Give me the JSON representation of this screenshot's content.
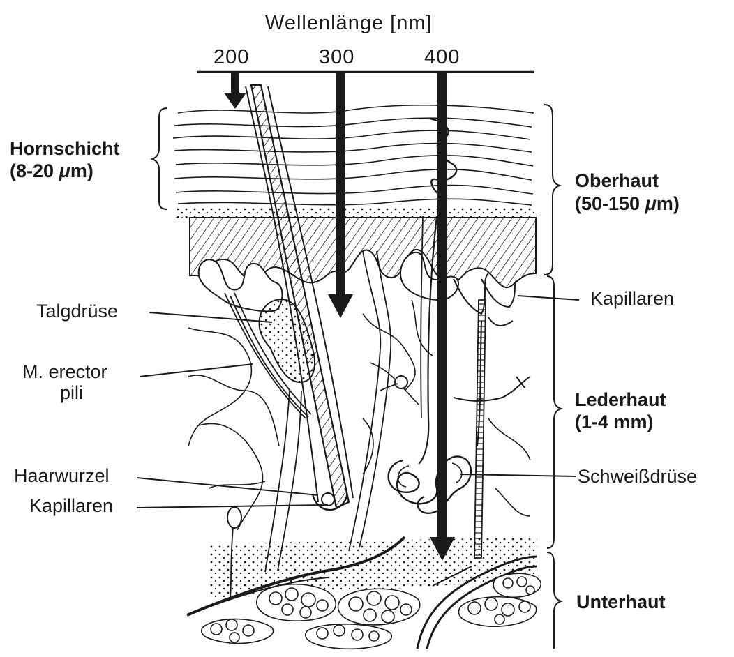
{
  "scale": {
    "title": "Wellenlänge [nm]",
    "ticks": [
      "200",
      "300",
      "400"
    ]
  },
  "left_labels": {
    "hornschicht": {
      "name": "Hornschicht",
      "range_pre": "(8-20 ",
      "mu": "μ",
      "range_post": "m)"
    },
    "talgdruese": "Talgdrüse",
    "erector_1": "M. erector",
    "erector_2": "pili",
    "haarwurzel": "Haarwurzel",
    "kapillaren": "Kapillaren"
  },
  "right_labels": {
    "oberhaut": {
      "name": "Oberhaut",
      "range_pre": "(50-150 ",
      "mu": "μ",
      "range_post": "m)"
    },
    "kapillaren": "Kapillaren",
    "lederhaut": {
      "name": "Lederhaut",
      "range": "(1-4 mm)"
    },
    "schweissdruese": "Schweißdrüse",
    "unterhaut": "Unterhaut"
  },
  "colors": {
    "ink": "#1a1a1a",
    "paper": "#ffffff"
  }
}
